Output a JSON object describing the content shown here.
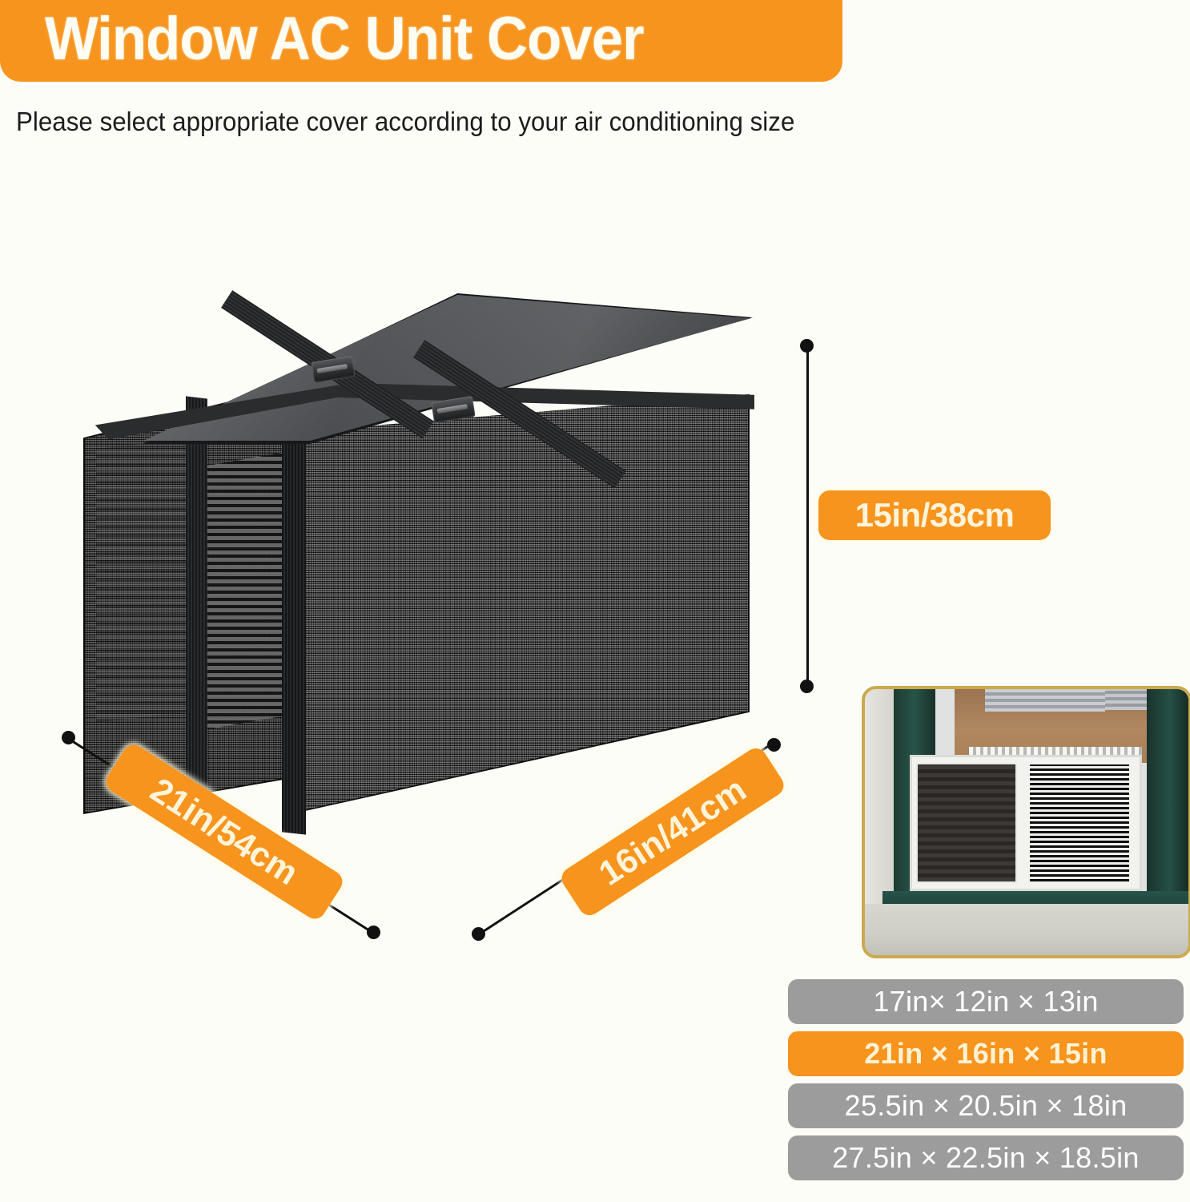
{
  "header": {
    "title": "Window AC Unit Cover",
    "subtitle": "Please select appropriate cover according to your air conditioning size"
  },
  "dimensions": {
    "height_label": "15in/38cm",
    "width_label": "21in/54cm",
    "depth_label": "16in/41cm"
  },
  "size_options": [
    {
      "label": "17in× 12in × 13in",
      "selected": false
    },
    {
      "label": "21in × 16in × 15in",
      "selected": true
    },
    {
      "label": "25.5in × 20.5in × 18in",
      "selected": false
    },
    {
      "label": "27.5in × 22.5in × 18.5in",
      "selected": false
    }
  ],
  "colors": {
    "accent_orange": "#F7941E",
    "badge_gray": "#9C9C9C",
    "title_text": "#FFFDF2",
    "background": "#FDFDF8",
    "inset_border": "#CBA94E"
  }
}
